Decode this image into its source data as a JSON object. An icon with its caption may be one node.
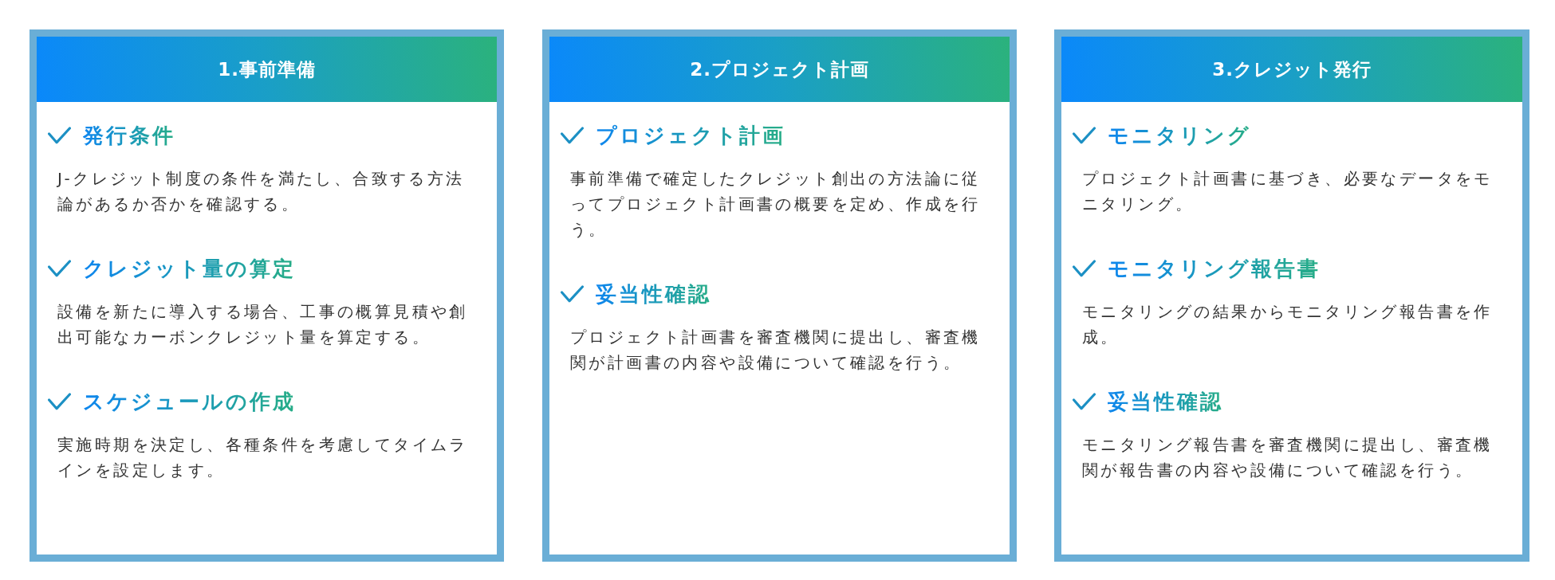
{
  "diagram": {
    "nodes": [
      {
        "text": [
          "発行条件",
          "J-クレジット制度の条件を満たし、合致する方法論があるか否かを確認する。",
          "クレジット量の算定",
          "設備を新たに導入する場合、工事の概算見積や創出可能なカーボンクレジット量を算定する。",
          "スケジュールの作成",
          "実施時期を決定し、各種条件を考慮してタイムラインを設定します。"
        ]
      },
      {
        "text": [
          "1.事前準備"
        ],
        "in": 0
      },
      {
        "text": [
          "プロジェクト計画",
          "事前準備で確定したクレジット創出の方法論に従ってプロジェクト計画書の概要を定め、作成を行う。",
          "妥当性確認",
          "プロジェクト計画書を審査機関に提出し、審査機関が計画書の内容や設備について確認を行う。"
        ]
      },
      {
        "text": [
          "2.プロジェクト計画"
        ],
        "in": 2
      },
      {
        "text": [
          "モニタリング",
          "プロジェクト計画書に基づき、必要なデータをモニタリング。",
          "モニタリング報告書",
          "モニタリングの結果からモニタリング報告書を作成。",
          "妥当性確認",
          "モニタリング報告書を審査機関に提出し、審査機関が報告書の内容や設備について確認を行う。"
        ]
      },
      {
        "text": [
          "3.クレジット発行"
        ],
        "in": 4
      }
    ]
  }
}
